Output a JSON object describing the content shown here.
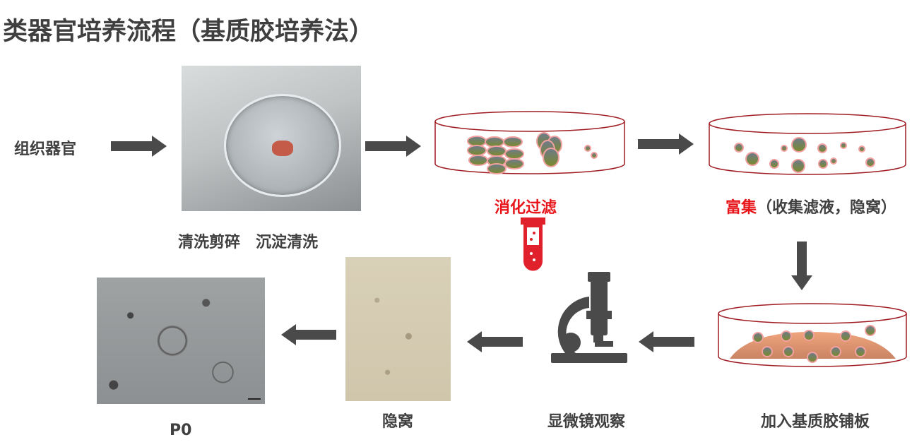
{
  "title": "类器官培养流程（基质胶培养法）",
  "steps": {
    "tissue": "组织器官",
    "wash": "清洗剪碎　沉淀清洗",
    "digest": "消化过滤",
    "enrich_highlight": "富集",
    "enrich_rest": "（收集滤液，隐窝）",
    "plate": "加入基质胶铺板",
    "observe": "显微镜观察",
    "crypt": "隐窝",
    "p0": "P0"
  },
  "colors": {
    "text": "#404040",
    "highlight": "#e8161b",
    "arrow": "#4a4a4a",
    "dish_outline": "#a01c22",
    "matrigel": "#e9a07a"
  },
  "icons": [
    "arrow-right-icon",
    "arrow-down-icon",
    "arrow-left-icon",
    "test-tube-icon",
    "microscope-icon",
    "petri-dish-icon"
  ]
}
